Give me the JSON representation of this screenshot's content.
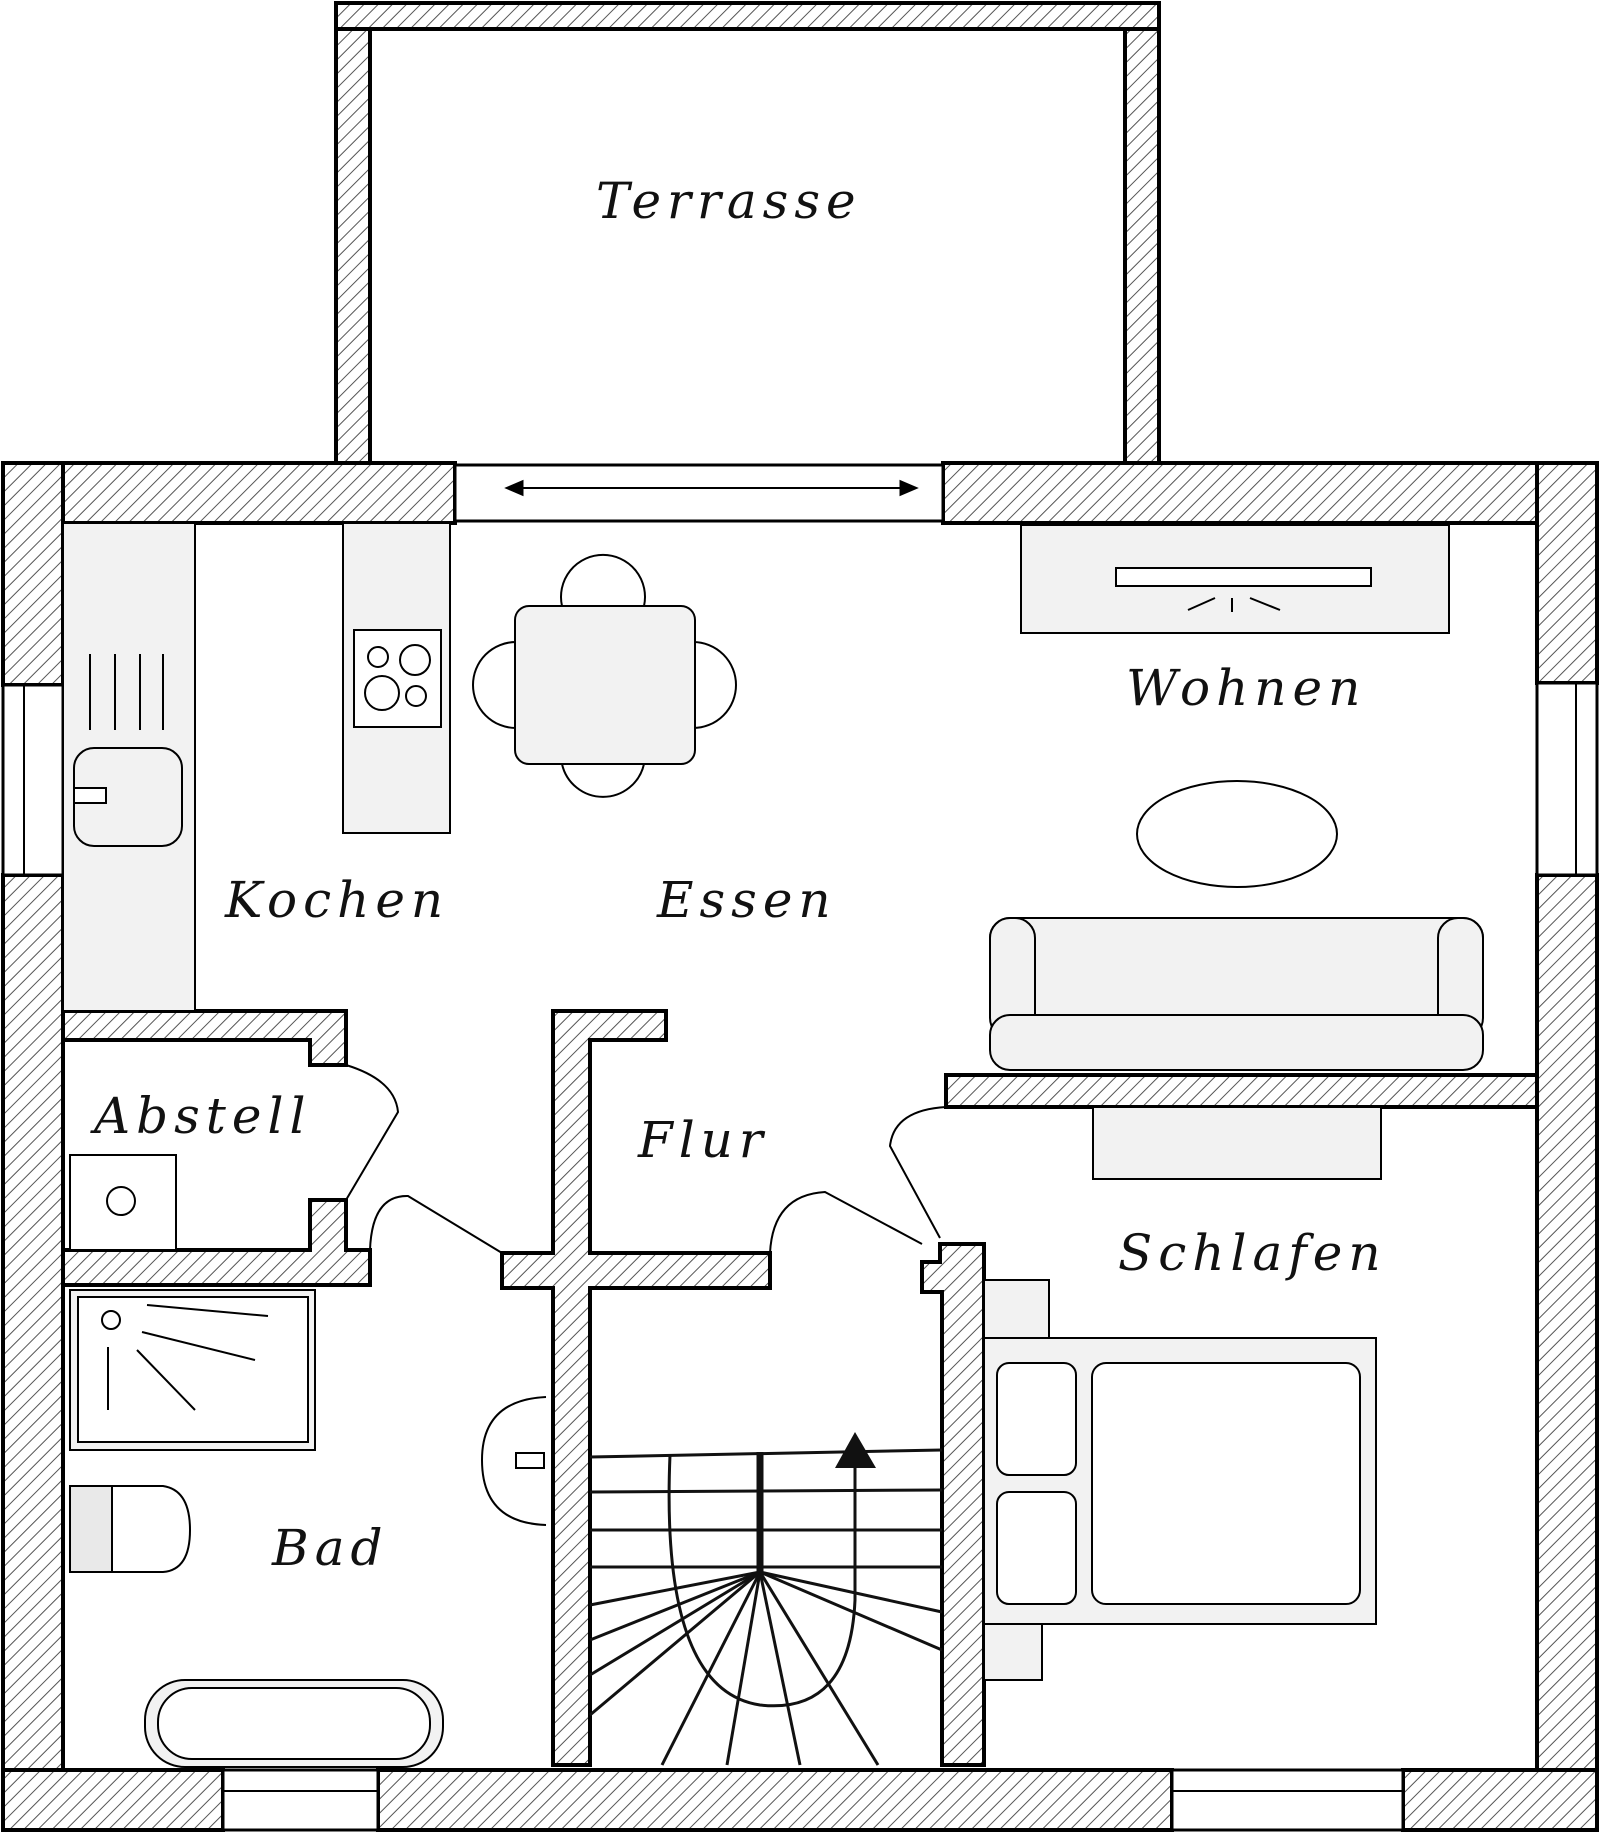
{
  "rooms": {
    "terrasse": "Terrasse",
    "wohnen": "Wohnen",
    "kochen": "Kochen",
    "essen": "Essen",
    "abstell": "Abstell",
    "flur": "Flur",
    "schlafen": "Schlafen",
    "bad": "Bad"
  },
  "colors": {
    "wall_outline": "#000000",
    "hatch": "#555555",
    "furniture_fill": "#f2f2f2",
    "background": "#ffffff"
  }
}
